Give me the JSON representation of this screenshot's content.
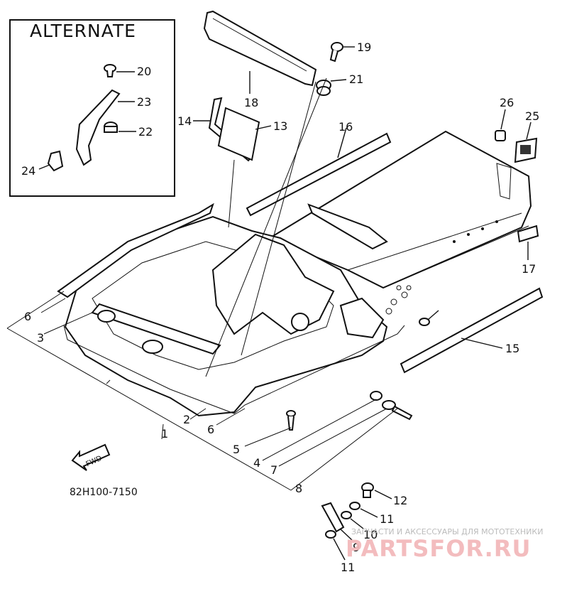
{
  "alternate_box": {
    "title": "ALTERNATE",
    "labels": {
      "p20": "20",
      "p23": "23",
      "p22": "22",
      "p24": "24"
    }
  },
  "labels": {
    "p1": "1",
    "p2": "2",
    "p3": "3",
    "p4": "4",
    "p5": "5",
    "p6a": "6",
    "p6b": "6",
    "p7": "7",
    "p8": "8",
    "p9": "9",
    "p10": "10",
    "p11a": "11",
    "p11b": "11",
    "p12": "12",
    "p13": "13",
    "p14": "14",
    "p15": "15",
    "p16": "16",
    "p17": "17",
    "p18": "18",
    "p19": "19",
    "p21": "21",
    "p25": "25",
    "p26": "26"
  },
  "fwd_label": "FWD",
  "diagram_code": "82H100-7150",
  "watermark": {
    "tagline": "ЗАПЧАСТИ И АКСЕССУАРЫ ДЛЯ МОТОТЕХНИКИ",
    "brand": "PARTSFOR.RU",
    "brand_color": "#e8343c"
  }
}
